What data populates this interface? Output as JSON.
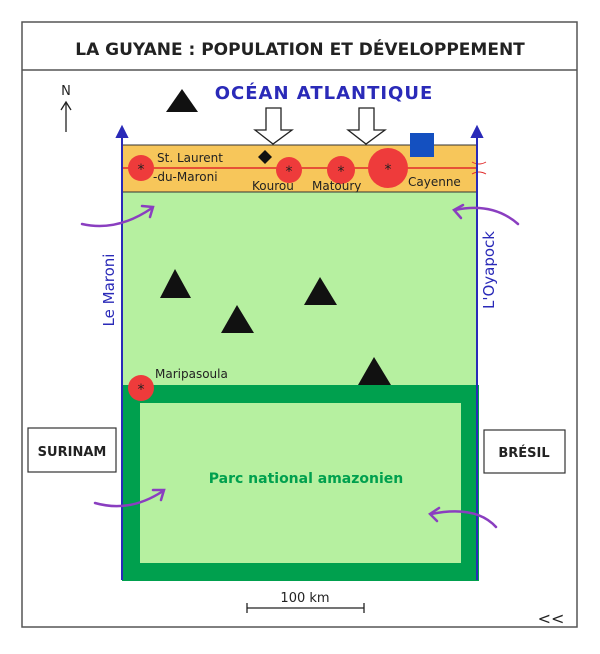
{
  "title": "LA GUYANE : POPULATION ET DÉVELOPPEMENT",
  "north": "N",
  "ocean": "OCÉAN ATLANTIQUE",
  "rivers": {
    "left": "Le Maroni",
    "right": "L'Oyapock"
  },
  "cities": {
    "st_laurent_1": "St. Laurent",
    "st_laurent_2": "-du-Maroni",
    "kourou": "Kourou",
    "matoury": "Matoury",
    "cayenne": "Cayenne",
    "maripasoula": "Maripasoula"
  },
  "neighbors": {
    "left": "SURINAM",
    "right": "BRÉSIL"
  },
  "park": "Parc national amazonien",
  "scale": "100 km",
  "corner_mark": "<<",
  "colors": {
    "coast": "#f7c65a",
    "forest": "#b6f0a0",
    "park": "#00a04e",
    "city": "#ee3b3b",
    "river": "#2a2ab8",
    "migration": "#8a3ec0",
    "space_center": "#1450c0"
  }
}
